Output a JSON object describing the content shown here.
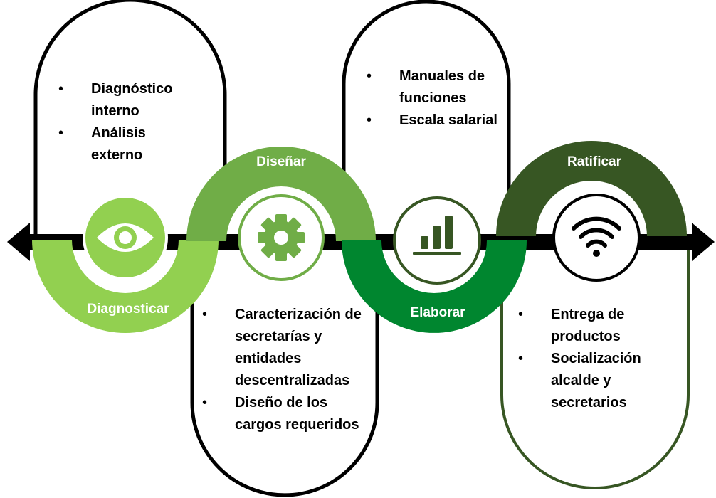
{
  "stages": [
    {
      "label": "Diagnosticar",
      "icon": "eye-icon",
      "color": "#92d050",
      "bullets": [
        "Diagnóstico interno",
        "Análisis externo"
      ]
    },
    {
      "label": "Diseñar",
      "icon": "gear-icon",
      "color": "#70ad47",
      "bullets": [
        "Caracterización de secretarías y entidades descentralizadas",
        "Diseño de los cargos requeridos"
      ]
    },
    {
      "label": "Elaborar",
      "icon": "bar-chart-icon",
      "color": "#00862f",
      "bullets": [
        "Manuales de funciones",
        "Escala salarial"
      ]
    },
    {
      "label": "Ratificar",
      "icon": "wifi-icon",
      "color": "#375623",
      "bullets": [
        "Entrega de productos",
        "Socialización alcalde y secretarios"
      ]
    }
  ]
}
